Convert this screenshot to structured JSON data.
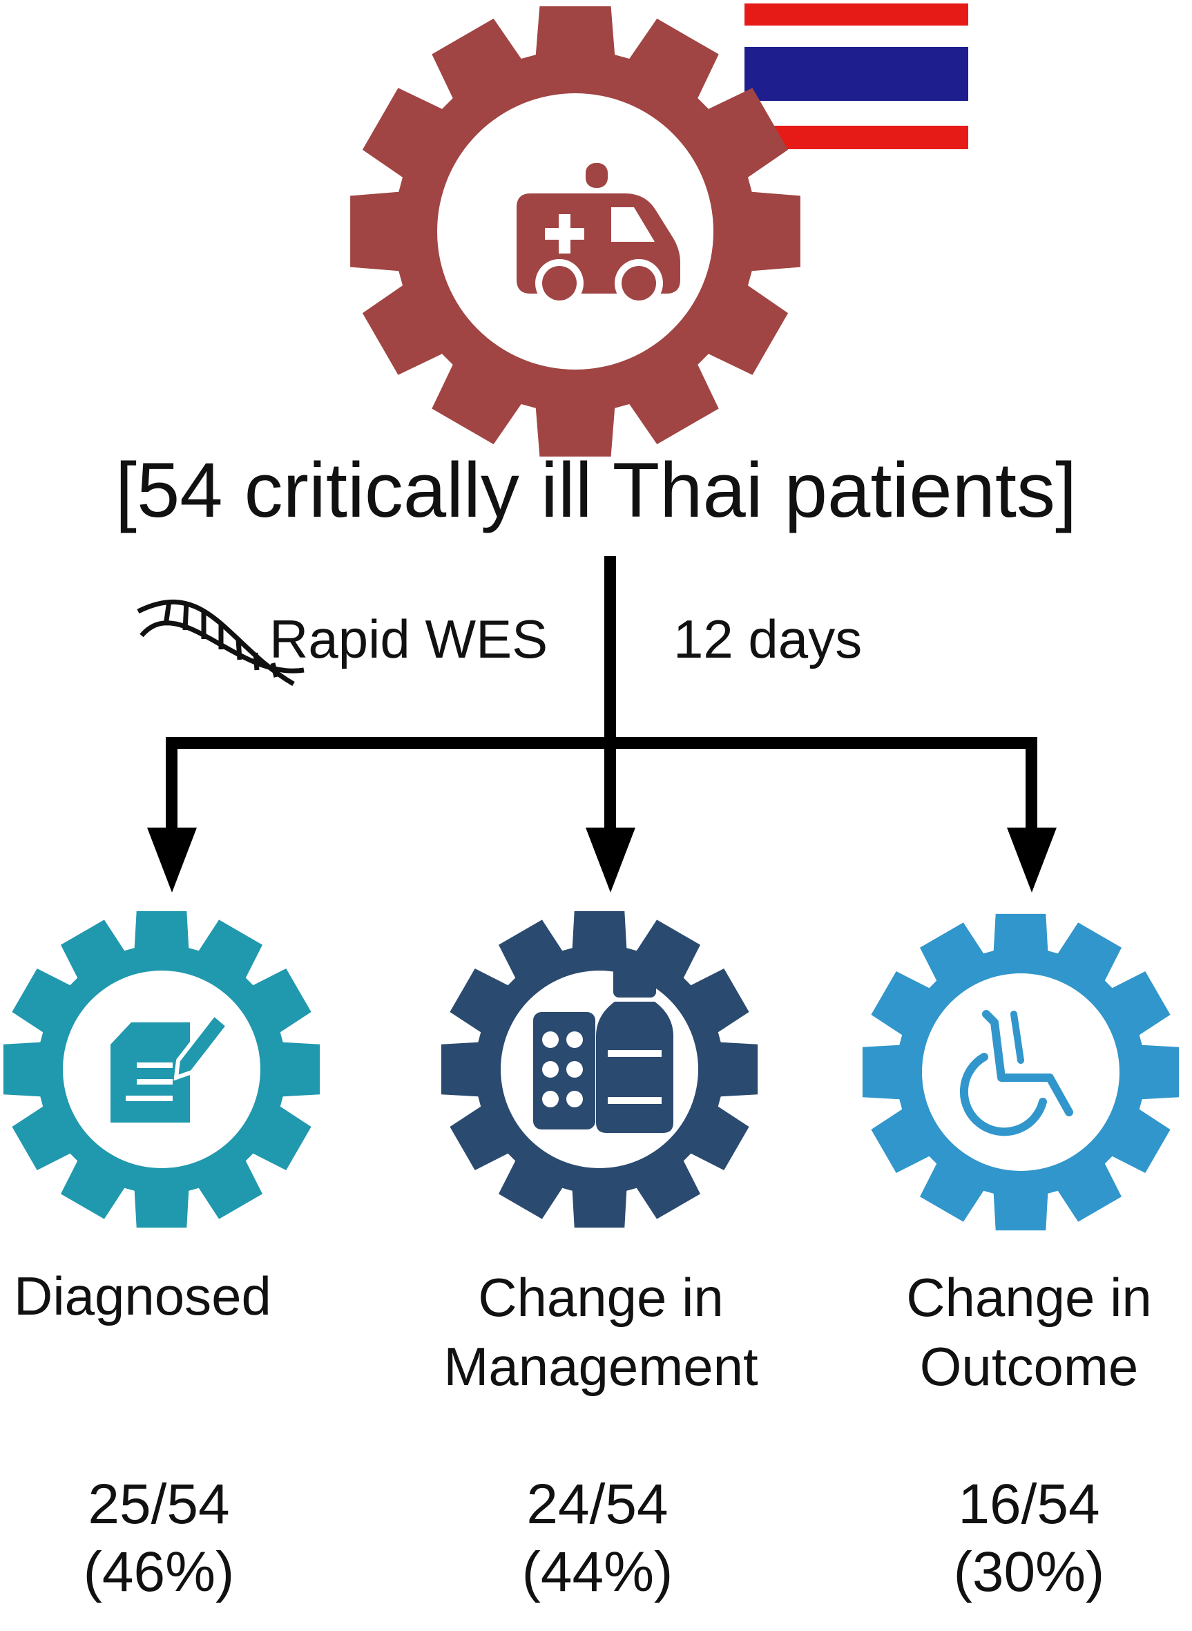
{
  "title": "[54 critically ill Thai patients]",
  "process": {
    "method": "Rapid WES",
    "duration": "12 days"
  },
  "outcomes": [
    {
      "label_line1": "Diagnosed",
      "label_line2": "",
      "count": "25/54",
      "percent": "(46%)",
      "color": "#2098ad",
      "icon": "document-pen-icon"
    },
    {
      "label_line1": "Change in",
      "label_line2": "Management",
      "count": "24/54",
      "percent": "(44%)",
      "color": "#2b4a70",
      "icon": "medicine-icon"
    },
    {
      "label_line1": "Change in",
      "label_line2": "Outcome",
      "count": "16/54",
      "percent": "(30%)",
      "color": "#3196cb",
      "icon": "wheelchair-icon"
    }
  ],
  "colors": {
    "main_gear": "#a04543",
    "flag_red": "#e61b18",
    "flag_blue": "#1e1e8e",
    "line": "#000000"
  },
  "icons": {
    "main": "ambulance-icon",
    "flag": "thai-flag-icon",
    "dna": "dna-icon"
  }
}
